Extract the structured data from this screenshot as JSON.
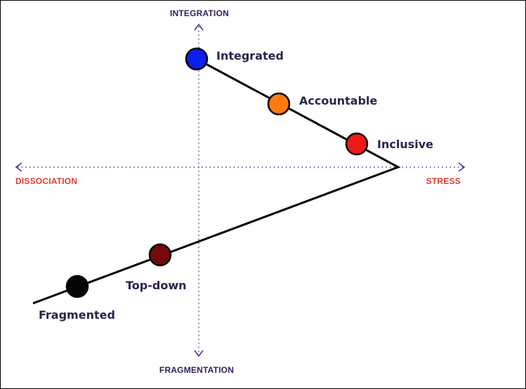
{
  "colors": {
    "axis": "#3b3b9a",
    "axis_label_vertical": "#26265e",
    "axis_label_horizontal": "#e03a2f",
    "node_label": "#26264d",
    "line": "#000000"
  },
  "axes": {
    "top": "INTEGRATION",
    "bottom": "FRAGMENTATION",
    "left": "DISSOCIATION",
    "right": "STRESS"
  },
  "nodes": [
    {
      "label": "Integrated",
      "color": "#0a1ff0"
    },
    {
      "label": "Accountable",
      "color": "#ff7a0f"
    },
    {
      "label": "Inclusive",
      "color": "#f01818"
    },
    {
      "label": "Top-down",
      "color": "#740a0a"
    },
    {
      "label": "Fragmented",
      "color": "#050505"
    }
  ]
}
